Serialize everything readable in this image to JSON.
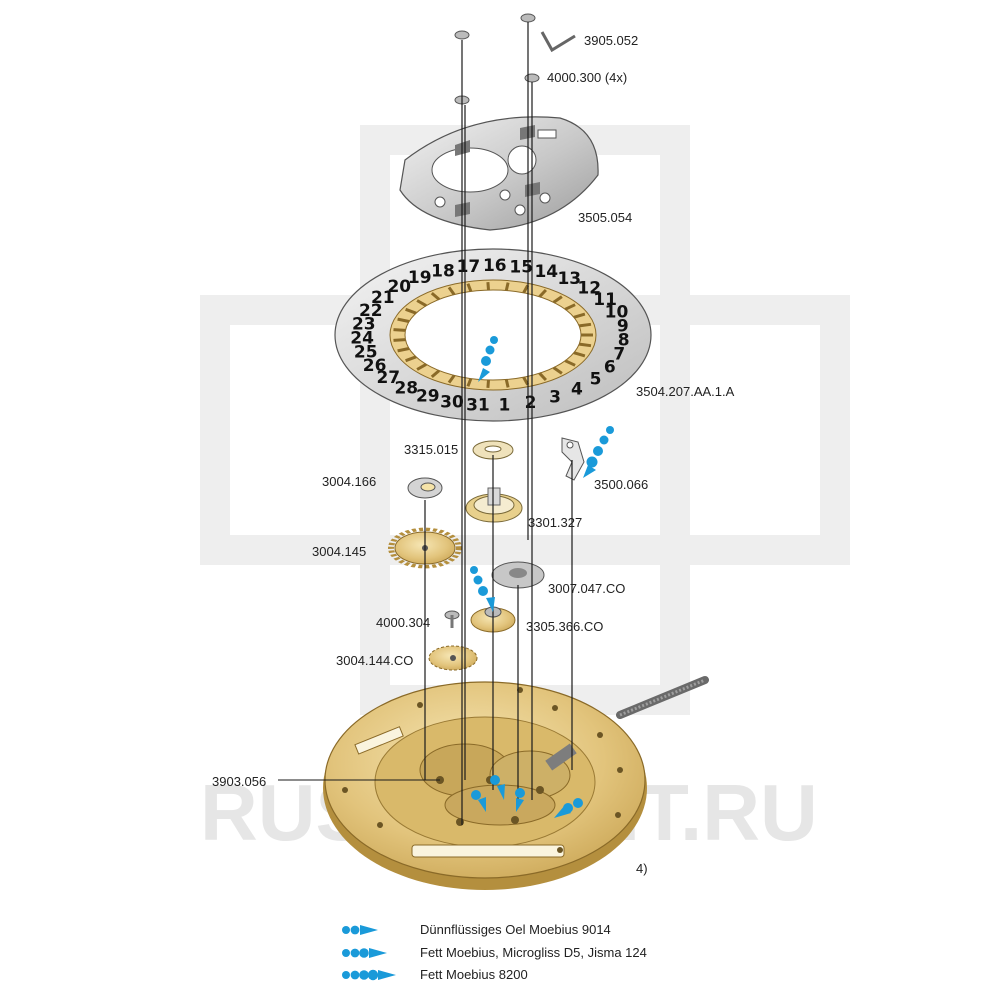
{
  "diagram": {
    "title": "Exploded view – calendar / date mechanism",
    "watermark": "RUSTIMEKIT.RU",
    "figure_note": "4)",
    "part_labels": {
      "p3905_052": "3905.052",
      "p4000_300": "4000.300 (4x)",
      "p3505_054": "3505.054",
      "p3504_207": "3504.207.AA.1.A",
      "p3315_015": "3315.015",
      "p3004_166": "3004.166",
      "p3500_066": "3500.066",
      "p3301_327": "3301.327",
      "p3004_145": "3004.145",
      "p3007_047": "3007.047.CO",
      "p4000_304": "4000.304",
      "p3305_366": "3305.366.CO",
      "p3004_144": "3004.144.CO",
      "p3903_056": "3903.056"
    },
    "date_ring_numbers": [
      "1",
      "2",
      "3",
      "4",
      "5",
      "6",
      "7",
      "8",
      "9",
      "10",
      "11",
      "12",
      "13",
      "14",
      "15",
      "16",
      "17",
      "18",
      "19",
      "20",
      "21",
      "22",
      "23",
      "24",
      "25",
      "26",
      "27",
      "28",
      "29",
      "30",
      "31"
    ]
  },
  "legend": [
    {
      "dots": 2,
      "text": "Dünnflüssiges Oel Moebius 9014"
    },
    {
      "dots": 3,
      "text": "Fett Moebius, Microgliss D5, Jisma 124"
    },
    {
      "dots": 4,
      "text": "Fett Moebius 8200"
    }
  ],
  "colors": {
    "oil_blue": "#1a9ad9",
    "brass": "#e0c27a",
    "steel": "#c9c9c9",
    "line": "#1a1a1a"
  }
}
